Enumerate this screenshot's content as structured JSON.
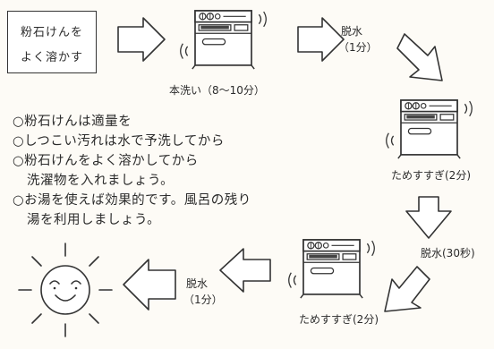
{
  "start_box": {
    "line1": "粉石けんを",
    "line2": "よく溶かす"
  },
  "steps": {
    "wash": "本洗い（8～10分）",
    "spin1_title": "脱水",
    "spin1_time": "（1分）",
    "rinse1": "ためすすぎ(2分)",
    "spin2": "脱水(30秒)",
    "rinse2": "ためすすぎ(2分)",
    "spin3_title": "脱水",
    "spin3_time": "（1分）"
  },
  "tips": [
    {
      "text": "○粉石けんは適量を"
    },
    {
      "text": "○しつこい汚れは水で予洗してから"
    },
    {
      "text": "○粉石けんをよく溶かしてから"
    },
    {
      "text": "洗濯物を入れましょう。"
    },
    {
      "text": "○お湯を使えば効果的です。風呂の残り"
    },
    {
      "text": "湯を利用しましょう。"
    }
  ],
  "icons": [
    "washing-machine-icon",
    "arrow-icon",
    "smiling-sun-icon",
    "motion-lines-icon"
  ],
  "colors": {
    "ink": "#2b2b2b",
    "background": "#fdfbf6"
  }
}
